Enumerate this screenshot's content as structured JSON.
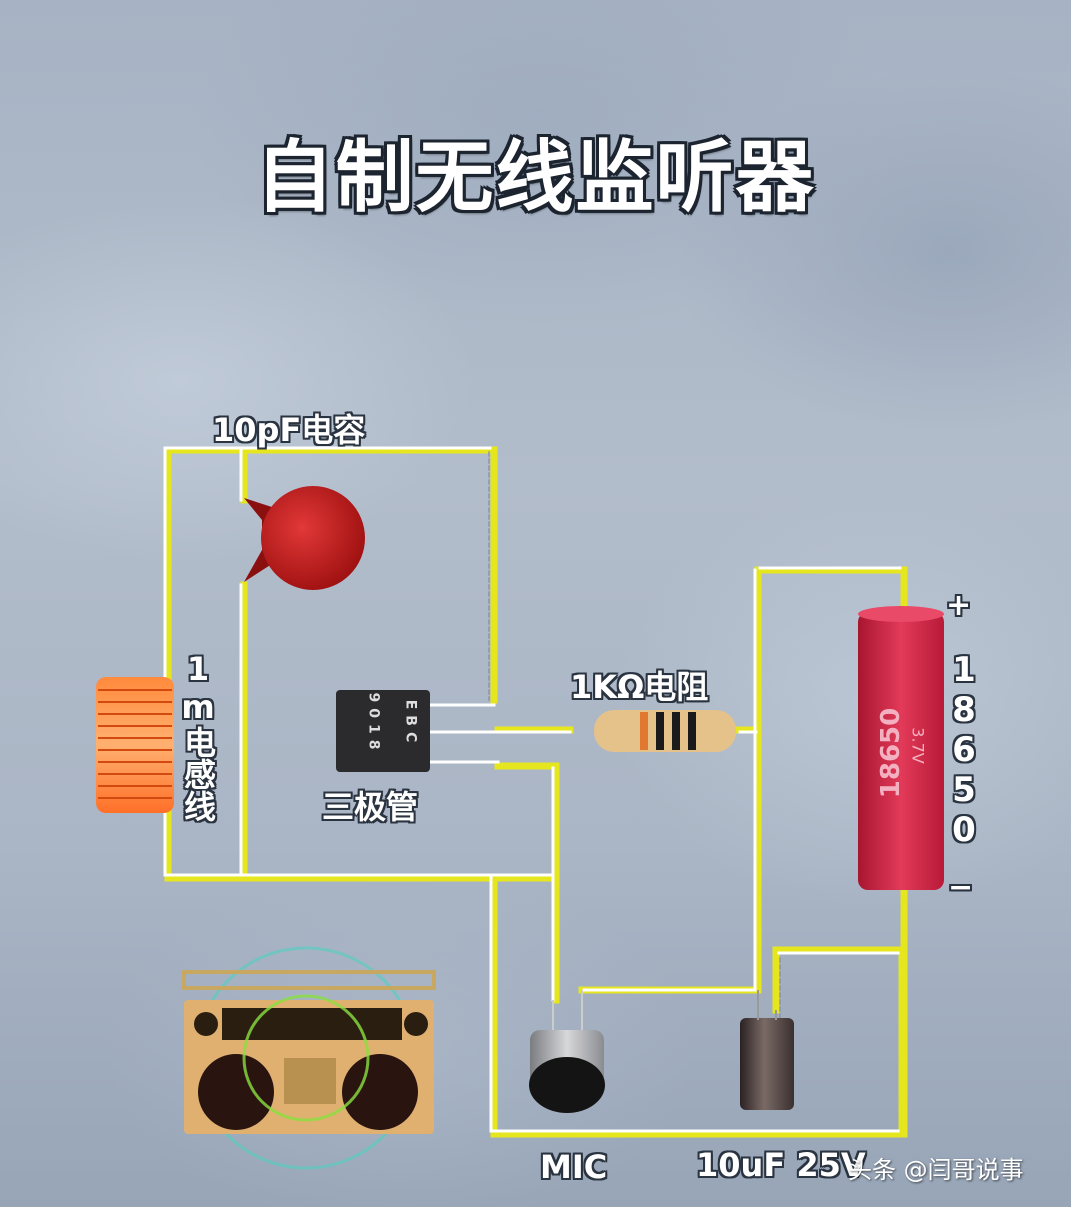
{
  "title": "自制无线监听器",
  "components": {
    "capacitor_10pf": {
      "label": "10pF电容",
      "color": "#c81e1e"
    },
    "inductor": {
      "label": "1m电感线",
      "color": "#f0622a"
    },
    "transistor": {
      "label": "三极管",
      "marking": "9018",
      "pins": "EBC",
      "color": "#2a2a2a"
    },
    "resistor": {
      "label": "1KΩ电阻",
      "color": "#e8c48a"
    },
    "battery": {
      "label": "18650",
      "plus": "+",
      "minus": "−",
      "body_text": "18650",
      "voltage": "3.7V",
      "color": "#d02a48"
    },
    "microphone": {
      "label": "MIC"
    },
    "electrolytic_capacitor": {
      "label": "10uF 25V"
    },
    "radio": {
      "name": "boombox"
    }
  },
  "wire_color": "#e6e61e",
  "watermark": "头条 @闫哥说事"
}
